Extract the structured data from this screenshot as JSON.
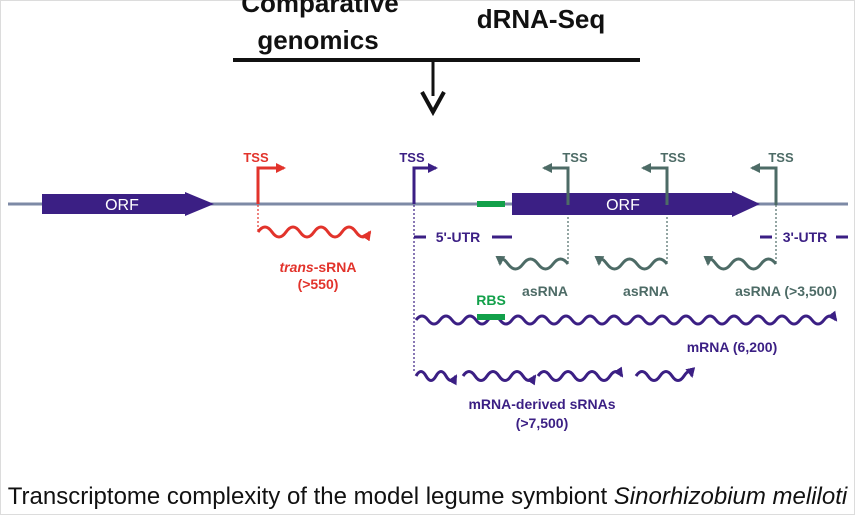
{
  "header": {
    "method_left_line1": "Comparative",
    "method_left_line2": "genomics",
    "method_right": "dRNA-Seq"
  },
  "labels": {
    "orf_left": "ORF",
    "orf_right": "ORF",
    "tss_red": "TSS",
    "tss_main": "TSS",
    "tss_as1": "TSS",
    "tss_as2": "TSS",
    "tss_as3": "TSS",
    "utr5": "5'-UTR",
    "utr3": "3'-UTR",
    "rbs": "RBS",
    "trans_italic": "trans",
    "trans_rest": "-sRNA",
    "trans_count": "(>550)",
    "asrna1": "asRNA",
    "asrna2": "asRNA",
    "asrna3": "asRNA (>3,500)",
    "mrna": "mRNA (6,200)",
    "mrna_derived": "mRNA-derived sRNAs",
    "mrna_derived_count": "(>7,500)"
  },
  "caption": {
    "prefix": "Transcriptome complexity of the model legume symbiont ",
    "species": "Sinorhizobium meliloti"
  },
  "colors": {
    "genome_line": "#7d8aa6",
    "orf_fill": "#3b1f84",
    "trans_red": "#e2332b",
    "main_purple": "#3b1f84",
    "antisense_teal": "#4d6b66",
    "rbs_green": "#12a04a",
    "text_dark": "#1a1a1a"
  }
}
